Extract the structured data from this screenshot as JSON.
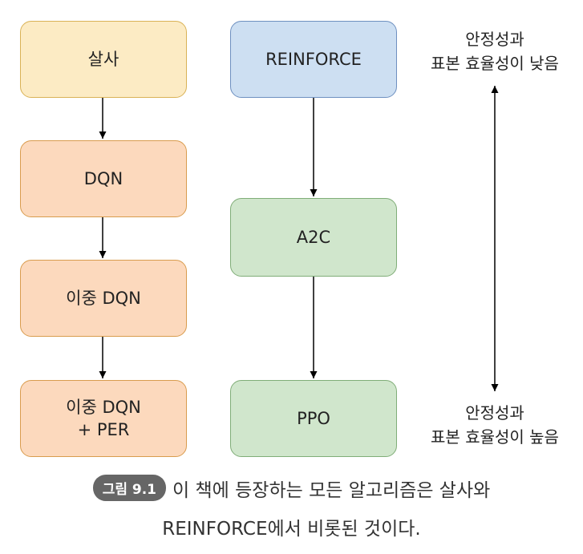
{
  "diagram": {
    "value_based_chain": [
      "살사",
      "DQN",
      "이중 DQN",
      "이중 DQN\n+ PER"
    ],
    "policy_based_chain": [
      "REINFORCE",
      "A2C",
      "PPO"
    ],
    "axis_top_label": {
      "line1": "안정성과",
      "line2": "표본 효율성이 낮음"
    },
    "axis_bottom_label": {
      "line1": "안정성과",
      "line2": "표본 효율성이 높음"
    }
  },
  "caption": {
    "badge": "그림 9.1",
    "line1": "이 책에 등장하는 모든 알고리즘은 살사와",
    "line2": "REINFORCE에서 비롯된 것이다."
  },
  "colors": {
    "value_top": "#fcebc4",
    "value_rest": "#fcd9bd",
    "policy_top": "#cddff2",
    "policy_rest": "#d0e6cc"
  }
}
